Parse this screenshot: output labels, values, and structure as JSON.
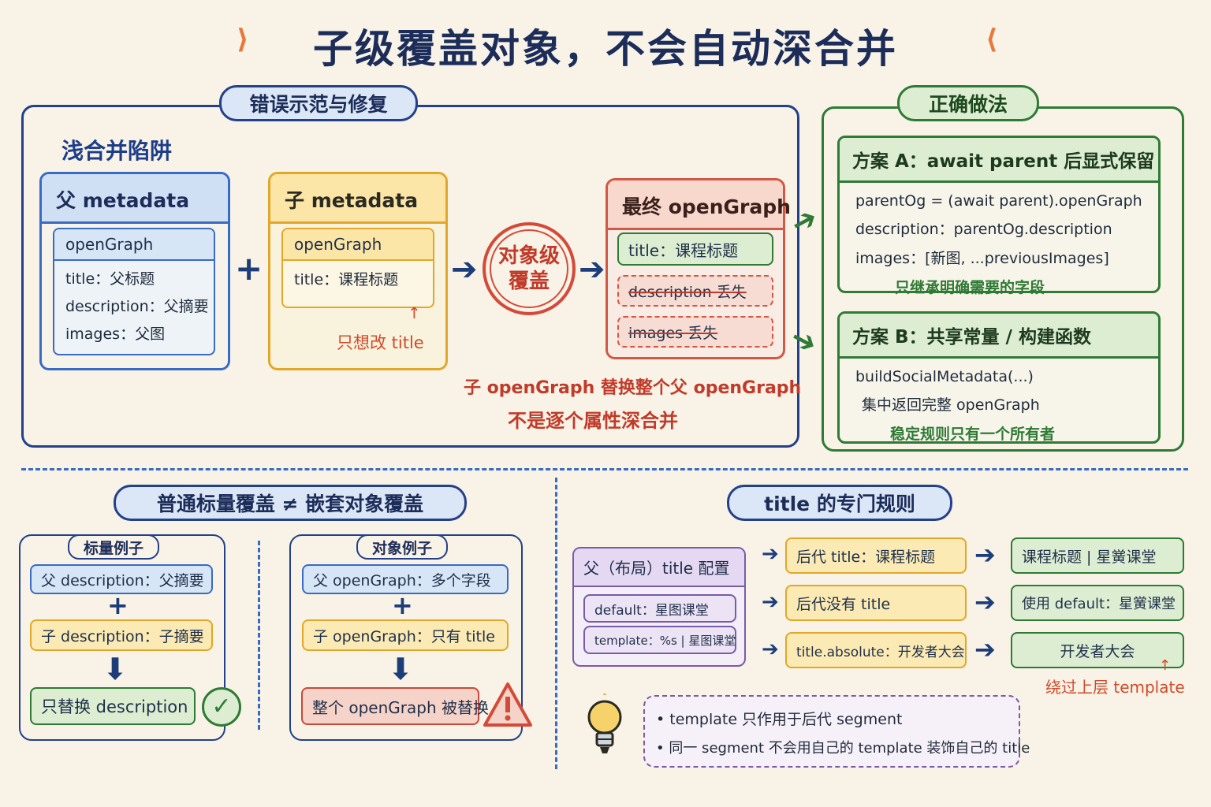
{
  "title": "子级覆盖对象，不会自动深合并",
  "wrong": {
    "label": "错误示范与修复",
    "subtitle": "浅合并陷阱",
    "parent": {
      "header": "父 metadata",
      "inner": "openGraph",
      "lines": [
        "title：父标题",
        "description：父摘要",
        "images：父图"
      ]
    },
    "child": {
      "header": "子 metadata",
      "inner": "openGraph",
      "line": "title：课程标题",
      "note": "只想改 title"
    },
    "stamp": [
      "对象级",
      "覆盖"
    ],
    "final": {
      "header": "最终 openGraph",
      "kept": "title：课程标题",
      "lost": [
        "description 丢失",
        "images 丢失"
      ]
    },
    "explain": [
      "子 openGraph 替换整个父 openGraph",
      "不是逐个属性深合并"
    ]
  },
  "correct": {
    "label": "正确做法",
    "planA": {
      "header": "方案 A：await parent 后显式保留",
      "lines": [
        "parentOg = (await parent).openGraph",
        "description：parentOg.description",
        "images：[新图, ...previousImages]"
      ],
      "note": "只继承明确需要的字段"
    },
    "planB": {
      "header": "方案 B：共享常量 / 构建函数",
      "lines": [
        "buildSocialMetadata(...)",
        "集中返回完整 openGraph"
      ],
      "note": "稳定规则只有一个所有者"
    }
  },
  "compare": {
    "label": "普通标量覆盖 ≠ 嵌套对象覆盖",
    "scalar": {
      "label": "标量例子",
      "parent": "父 description：父摘要",
      "child": "子 description：子摘要",
      "result": "只替换 description"
    },
    "object": {
      "label": "对象例子",
      "parent": "父 openGraph：多个字段",
      "child": "子 openGraph：只有 title",
      "result": "整个 openGraph 被替换"
    }
  },
  "titleRules": {
    "label": "title 的专门规则",
    "config": {
      "header": "父（布局）title 配置",
      "default": "default：星图课堂",
      "template": "template：%s | 星图课堂"
    },
    "cases": [
      {
        "input": "后代 title：课程标题",
        "output": "课程标题 | 星黉课堂"
      },
      {
        "input": "后代没有 title",
        "output": "使用 default：星黉课堂"
      },
      {
        "input": "title.absolute：开发者大会",
        "output": "开发者大会"
      }
    ],
    "bypass": "绕过上层 template",
    "tips": [
      "• template 只作用于后代 segment",
      "• 同一 segment 不会用自己的 template 装饰自己的 title"
    ]
  }
}
